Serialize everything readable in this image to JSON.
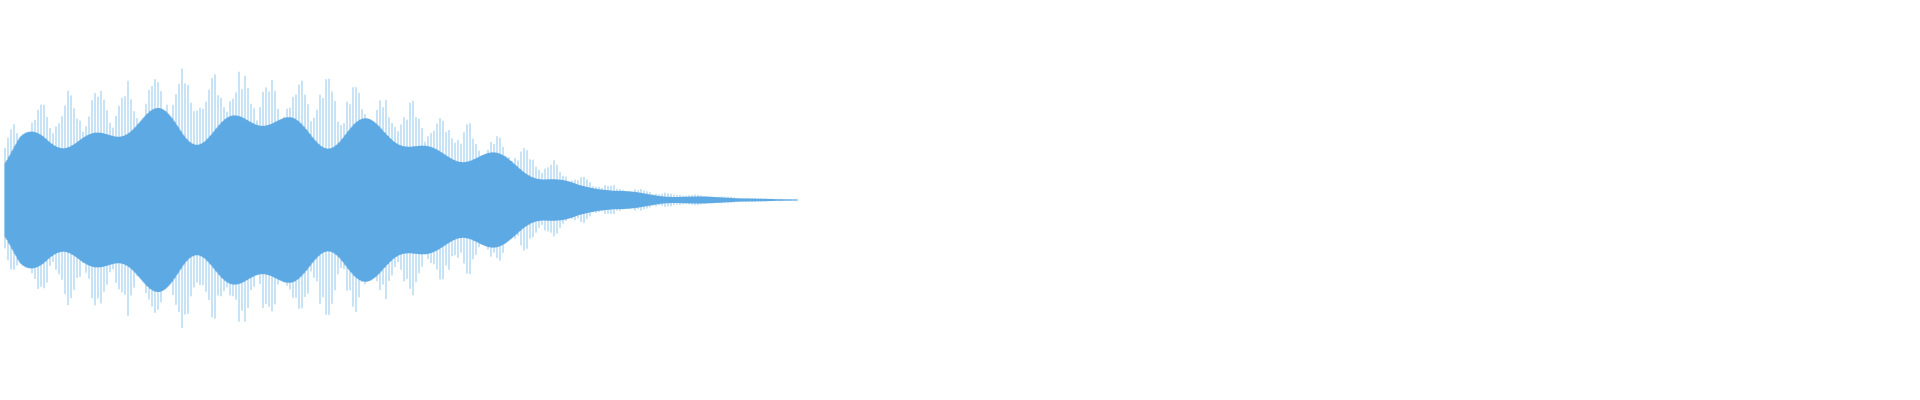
{
  "waveform": {
    "color": "#5DA9E3",
    "background": "#FFFFFF",
    "envelope": {
      "description_points": [
        {
          "t": 0.0,
          "amp": 0.45
        },
        {
          "t": 0.008,
          "amp": 0.62
        },
        {
          "t": 0.02,
          "amp": 0.72
        },
        {
          "t": 0.04,
          "amp": 0.8
        },
        {
          "t": 0.07,
          "amp": 0.88
        },
        {
          "t": 0.09,
          "amp": 0.93
        },
        {
          "t": 0.12,
          "amp": 0.92
        },
        {
          "t": 0.15,
          "amp": 0.9
        },
        {
          "t": 0.18,
          "amp": 0.84
        },
        {
          "t": 0.21,
          "amp": 0.72
        },
        {
          "t": 0.235,
          "amp": 0.58
        },
        {
          "t": 0.26,
          "amp": 0.44
        },
        {
          "t": 0.285,
          "amp": 0.3
        },
        {
          "t": 0.3,
          "amp": 0.18
        },
        {
          "t": 0.32,
          "amp": 0.1
        },
        {
          "t": 0.35,
          "amp": 0.05
        },
        {
          "t": 0.385,
          "amp": 0.02
        },
        {
          "t": 0.413,
          "amp": 0.006
        },
        {
          "t": 0.415,
          "amp": 0.0
        },
        {
          "t": 1.0,
          "amp": 0.0
        }
      ]
    }
  }
}
